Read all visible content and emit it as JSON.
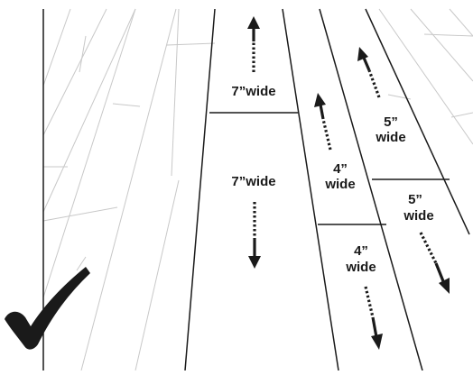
{
  "colors": {
    "ink": "#1a1a1a",
    "faint_line": "#c8c8c8",
    "background": "#ffffff"
  },
  "icons": {
    "checkmark": "checkmark-icon",
    "direction_arrow": "arrow-icon"
  },
  "labels": {
    "plank_7_top": "7”wide",
    "plank_7_bottom": "7”wide",
    "plank_4_upper_line1": "4”",
    "plank_4_upper_line2": "wide",
    "plank_4_lower_line1": "4”",
    "plank_4_lower_line2": "wide",
    "plank_5_upper_line1": "5”",
    "plank_5_upper_line2": "wide",
    "plank_5_lower_line1": "5”",
    "plank_5_lower_line2": "wide"
  },
  "arrows": {
    "plank_7_top": "up",
    "plank_7_bottom": "down",
    "plank_4_upper": "up",
    "plank_4_lower": "down",
    "plank_5_upper": "up",
    "plank_5_lower": "down"
  }
}
